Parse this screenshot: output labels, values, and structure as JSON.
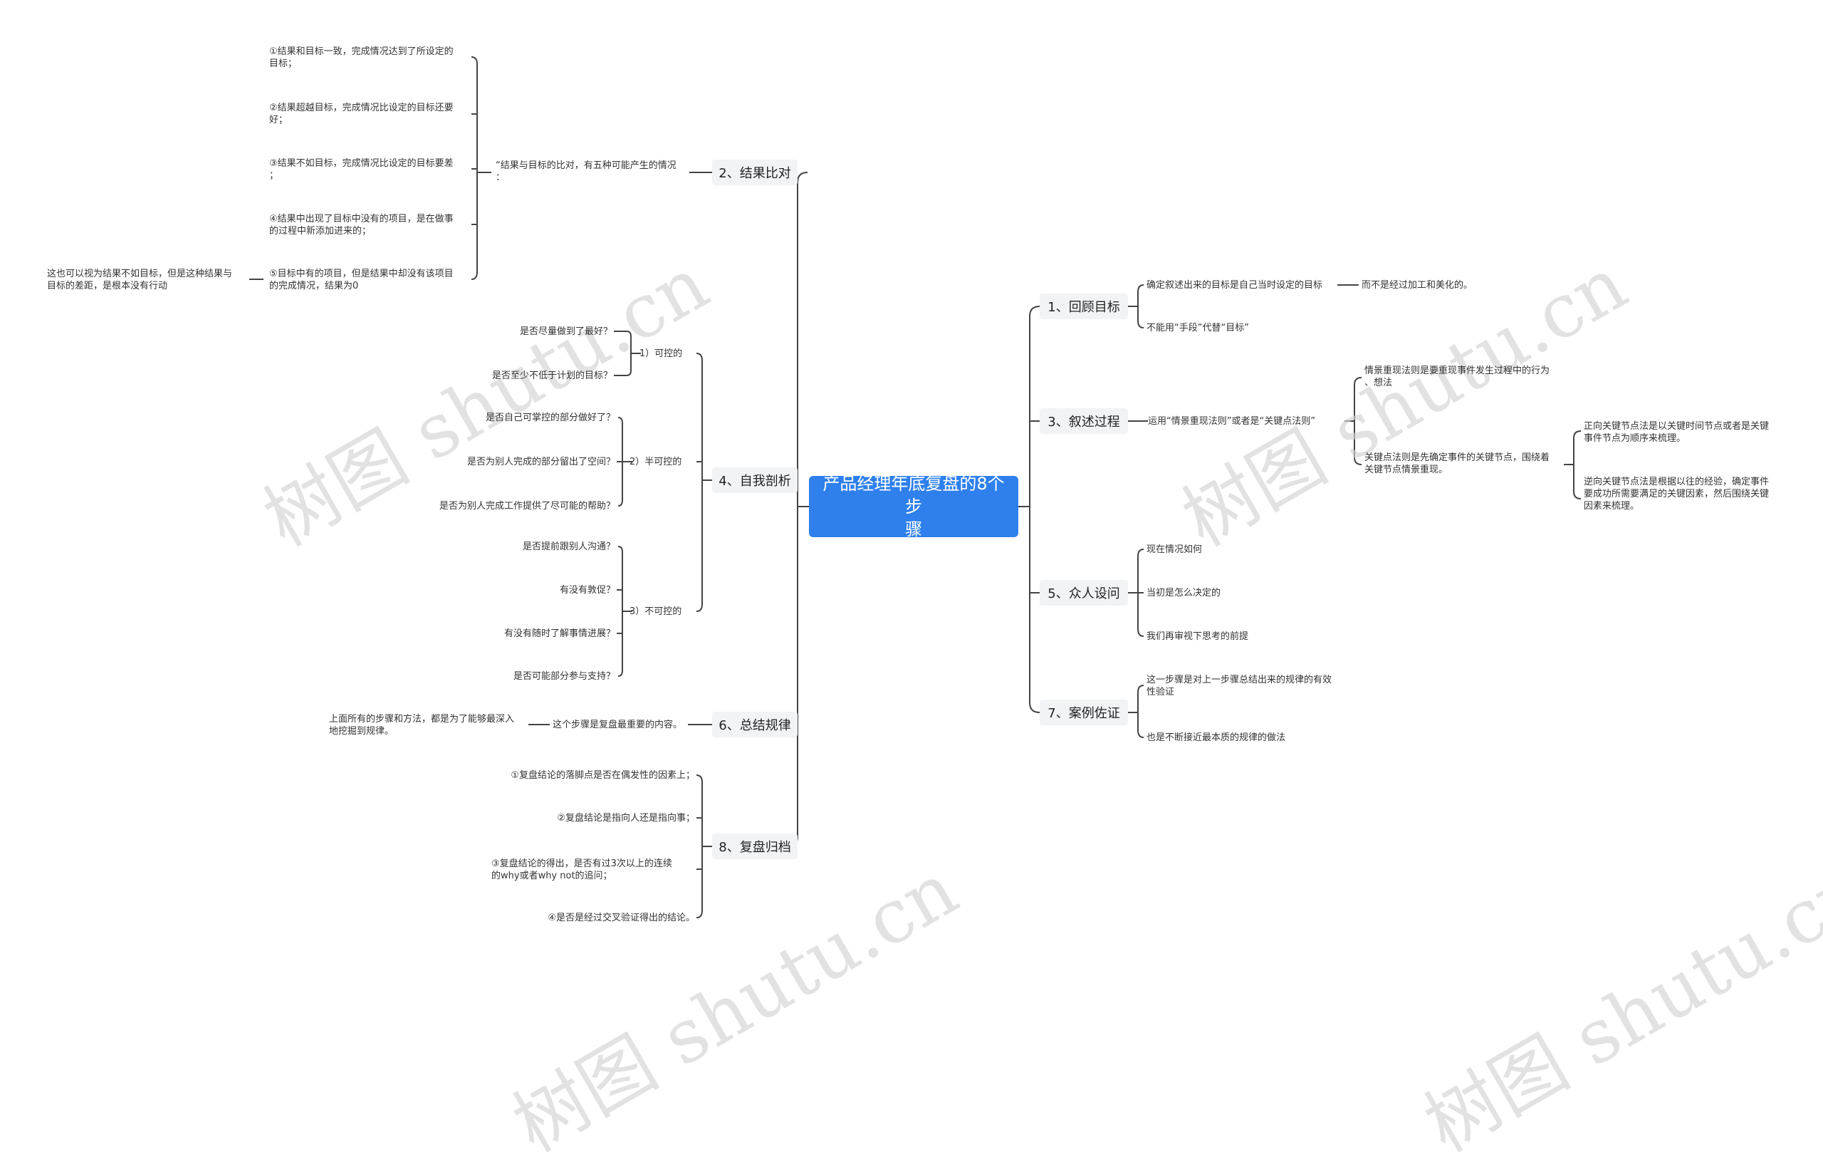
{
  "watermark": "树图 shutu.cn",
  "colors": {
    "root_bg": "#2f80ed",
    "branch_bg": "#f2f3f5",
    "line": "#444444",
    "watermark": "#d3d3d3"
  },
  "root": {
    "lines": [
      "产品经理年底复盘的8个步",
      "骤"
    ]
  },
  "branches": {
    "b1": "1、回顾目标",
    "b2": "2、结果比对",
    "b3": "3、叙述过程",
    "b4": "4、自我剖析",
    "b5": "5、众人设问",
    "b6": "6、总结规律",
    "b7": "7、案例佐证",
    "b8": "8、复盘归档"
  },
  "b1": {
    "item1": "确定叙述出来的目标是自己当时设定的目标",
    "item1_child": "而不是经过加工和美化的。",
    "item2": "不能用“手段”代替“目标”"
  },
  "b2": {
    "intro": [
      "“结果与目标的比对，有五种可能产生的情况",
      "："
    ],
    "cases": [
      [
        "①结果和目标一致，完成情况达到了所设定的",
        "目标；"
      ],
      [
        "②结果超越目标，完成情况比设定的目标还要",
        "好；"
      ],
      [
        "③结果不如目标，完成情况比设定的目标要差",
        "；"
      ],
      [
        "④结果中出现了目标中没有的项目，是在做事",
        "的过程中新添加进来的；"
      ],
      [
        "⑤目标中有的项目，但是结果中却没有该项目",
        "的完成情况，结果为0"
      ]
    ],
    "case5_note": [
      "这也可以视为结果不如目标，但是这种结果与",
      "目标的差距，是根本没有行动"
    ]
  },
  "b3": {
    "item": "运用“情景重现法则”或者是“关键点法则”",
    "rule1": [
      "情景重现法则是要重现事件发生过程中的行为",
      "、想法"
    ],
    "rule2": [
      "关键点法则是先确定事件的关键节点，围绕着",
      "关键节点情景重现。"
    ],
    "rule2_children": [
      [
        "正向关键节点法是以关键时间节点或者是关键",
        "事件节点为顺序来梳理。"
      ],
      [
        "逆向关键节点法是根据以往的经验，确定事件",
        "要成功所需要满足的关键因素，然后围绕关键",
        "因素来梳理。"
      ]
    ]
  },
  "b4": {
    "g1": {
      "label": "1）可控的",
      "items": [
        "是否尽量做到了最好？",
        "是否至少不低于计划的目标？"
      ]
    },
    "g2": {
      "label": "2）半可控的",
      "items": [
        "是否自己可掌控的部分做好了？",
        "是否为别人完成的部分留出了空间？",
        "是否为别人完成工作提供了尽可能的帮助？"
      ]
    },
    "g3": {
      "label": "3）不可控的",
      "items": [
        "是否提前跟别人沟通？",
        "有没有敦促？",
        "有没有随时了解事情进展？",
        "是否可能部分参与支持？"
      ]
    }
  },
  "b5": {
    "items": [
      "现在情况如何",
      "当初是怎么决定的",
      "我们再审视下思考的前提"
    ]
  },
  "b6": {
    "item": "这个步骤是复盘最重要的内容。",
    "note": [
      "上面所有的步骤和方法，都是为了能够最深入",
      "地挖掘到规律。"
    ]
  },
  "b7": {
    "item1": [
      "这一步骤是对上一步骤总结出来的规律的有效",
      "性验证"
    ],
    "item2": "也是不断接近最本质的规律的做法"
  },
  "b8": {
    "items": [
      [
        "①复盘结论的落脚点是否在偶发性的因素上；"
      ],
      [
        "②复盘结论是指向人还是指向事；"
      ],
      [
        "③复盘结论的得出，是否有过3次以上的连续",
        "的why或者why not的追问；"
      ],
      [
        "④是否是经过交叉验证得出的结论。"
      ]
    ]
  }
}
